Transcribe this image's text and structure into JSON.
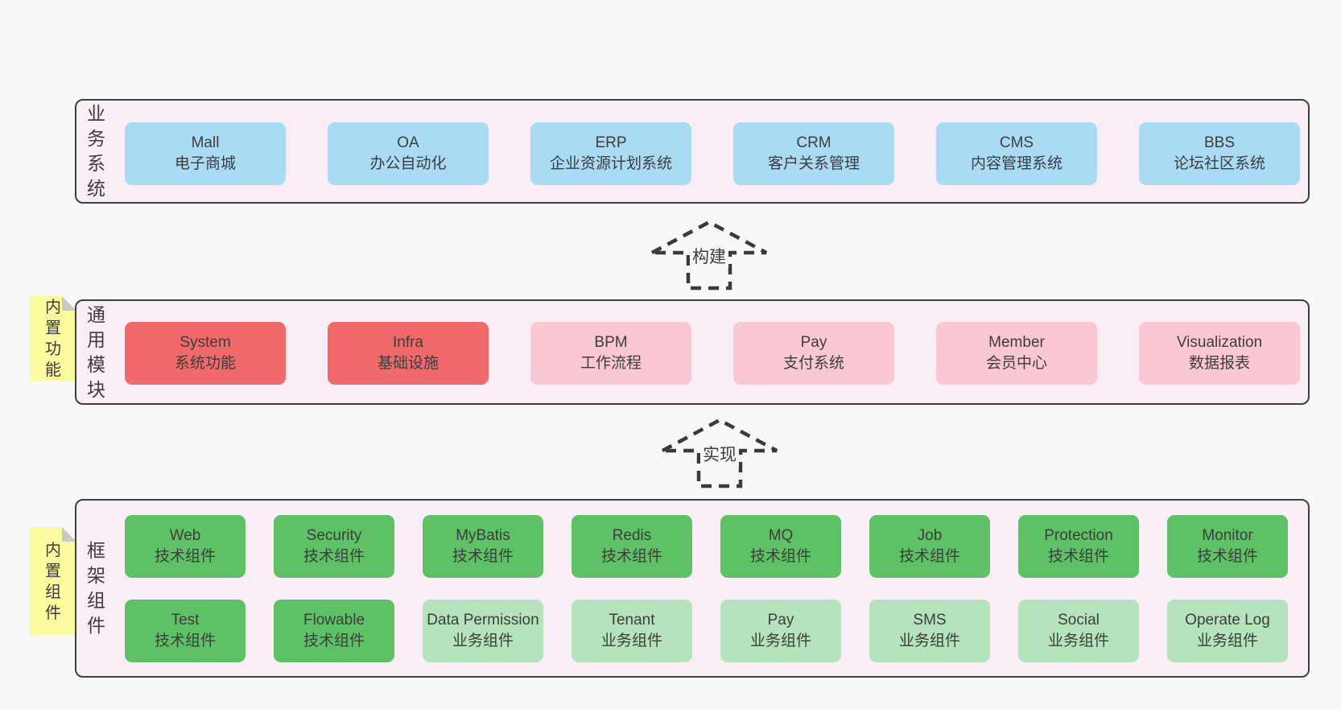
{
  "colors": {
    "page_bg": "#f8f8f8",
    "container_bg": "#f9edf6",
    "container_border": "#3f3f3f",
    "box_blue": "#a9dbf5",
    "box_red": "#f0696b",
    "box_pink": "#f9c8d2",
    "box_green_dark": "#5ec165",
    "box_green_light": "#b5e3bb",
    "note_bg": "#fbfa9e",
    "note_fold": "#c8c8c8",
    "text": "#3d3d3d"
  },
  "sections": {
    "business": {
      "label": "业务系统",
      "items": [
        {
          "name": "Mall",
          "desc": "电子商城"
        },
        {
          "name": "OA",
          "desc": "办公自动化"
        },
        {
          "name": "ERP",
          "desc": "企业资源计划系统"
        },
        {
          "name": "CRM",
          "desc": "客户关系管理"
        },
        {
          "name": "CMS",
          "desc": "内容管理系统"
        },
        {
          "name": "BBS",
          "desc": "论坛社区系统"
        }
      ]
    },
    "modules": {
      "label": "通用模块",
      "note": "内置功能",
      "items": [
        {
          "name": "System",
          "desc": "系统功能"
        },
        {
          "name": "Infra",
          "desc": "基础设施"
        },
        {
          "name": "BPM",
          "desc": "工作流程"
        },
        {
          "name": "Pay",
          "desc": "支付系统"
        },
        {
          "name": "Member",
          "desc": "会员中心"
        },
        {
          "name": "Visualization",
          "desc": "数据报表"
        }
      ]
    },
    "components": {
      "label": "框架组件",
      "note": "内置组件",
      "row1": [
        {
          "name": "Web",
          "desc": "技术组件"
        },
        {
          "name": "Security",
          "desc": "技术组件"
        },
        {
          "name": "MyBatis",
          "desc": "技术组件"
        },
        {
          "name": "Redis",
          "desc": "技术组件"
        },
        {
          "name": "MQ",
          "desc": "技术组件"
        },
        {
          "name": "Job",
          "desc": "技术组件"
        },
        {
          "name": "Protection",
          "desc": "技术组件"
        },
        {
          "name": "Monitor",
          "desc": "技术组件"
        }
      ],
      "row2": [
        {
          "name": "Test",
          "desc": "技术组件"
        },
        {
          "name": "Flowable",
          "desc": "技术组件"
        },
        {
          "name": "Data Permission",
          "desc": "业务组件"
        },
        {
          "name": "Tenant",
          "desc": "业务组件"
        },
        {
          "name": "Pay",
          "desc": "业务组件"
        },
        {
          "name": "SMS",
          "desc": "业务组件"
        },
        {
          "name": "Social",
          "desc": "业务组件"
        },
        {
          "name": "Operate Log",
          "desc": "业务组件"
        }
      ]
    }
  },
  "arrows": [
    {
      "label": "构建"
    },
    {
      "label": "实现"
    }
  ]
}
